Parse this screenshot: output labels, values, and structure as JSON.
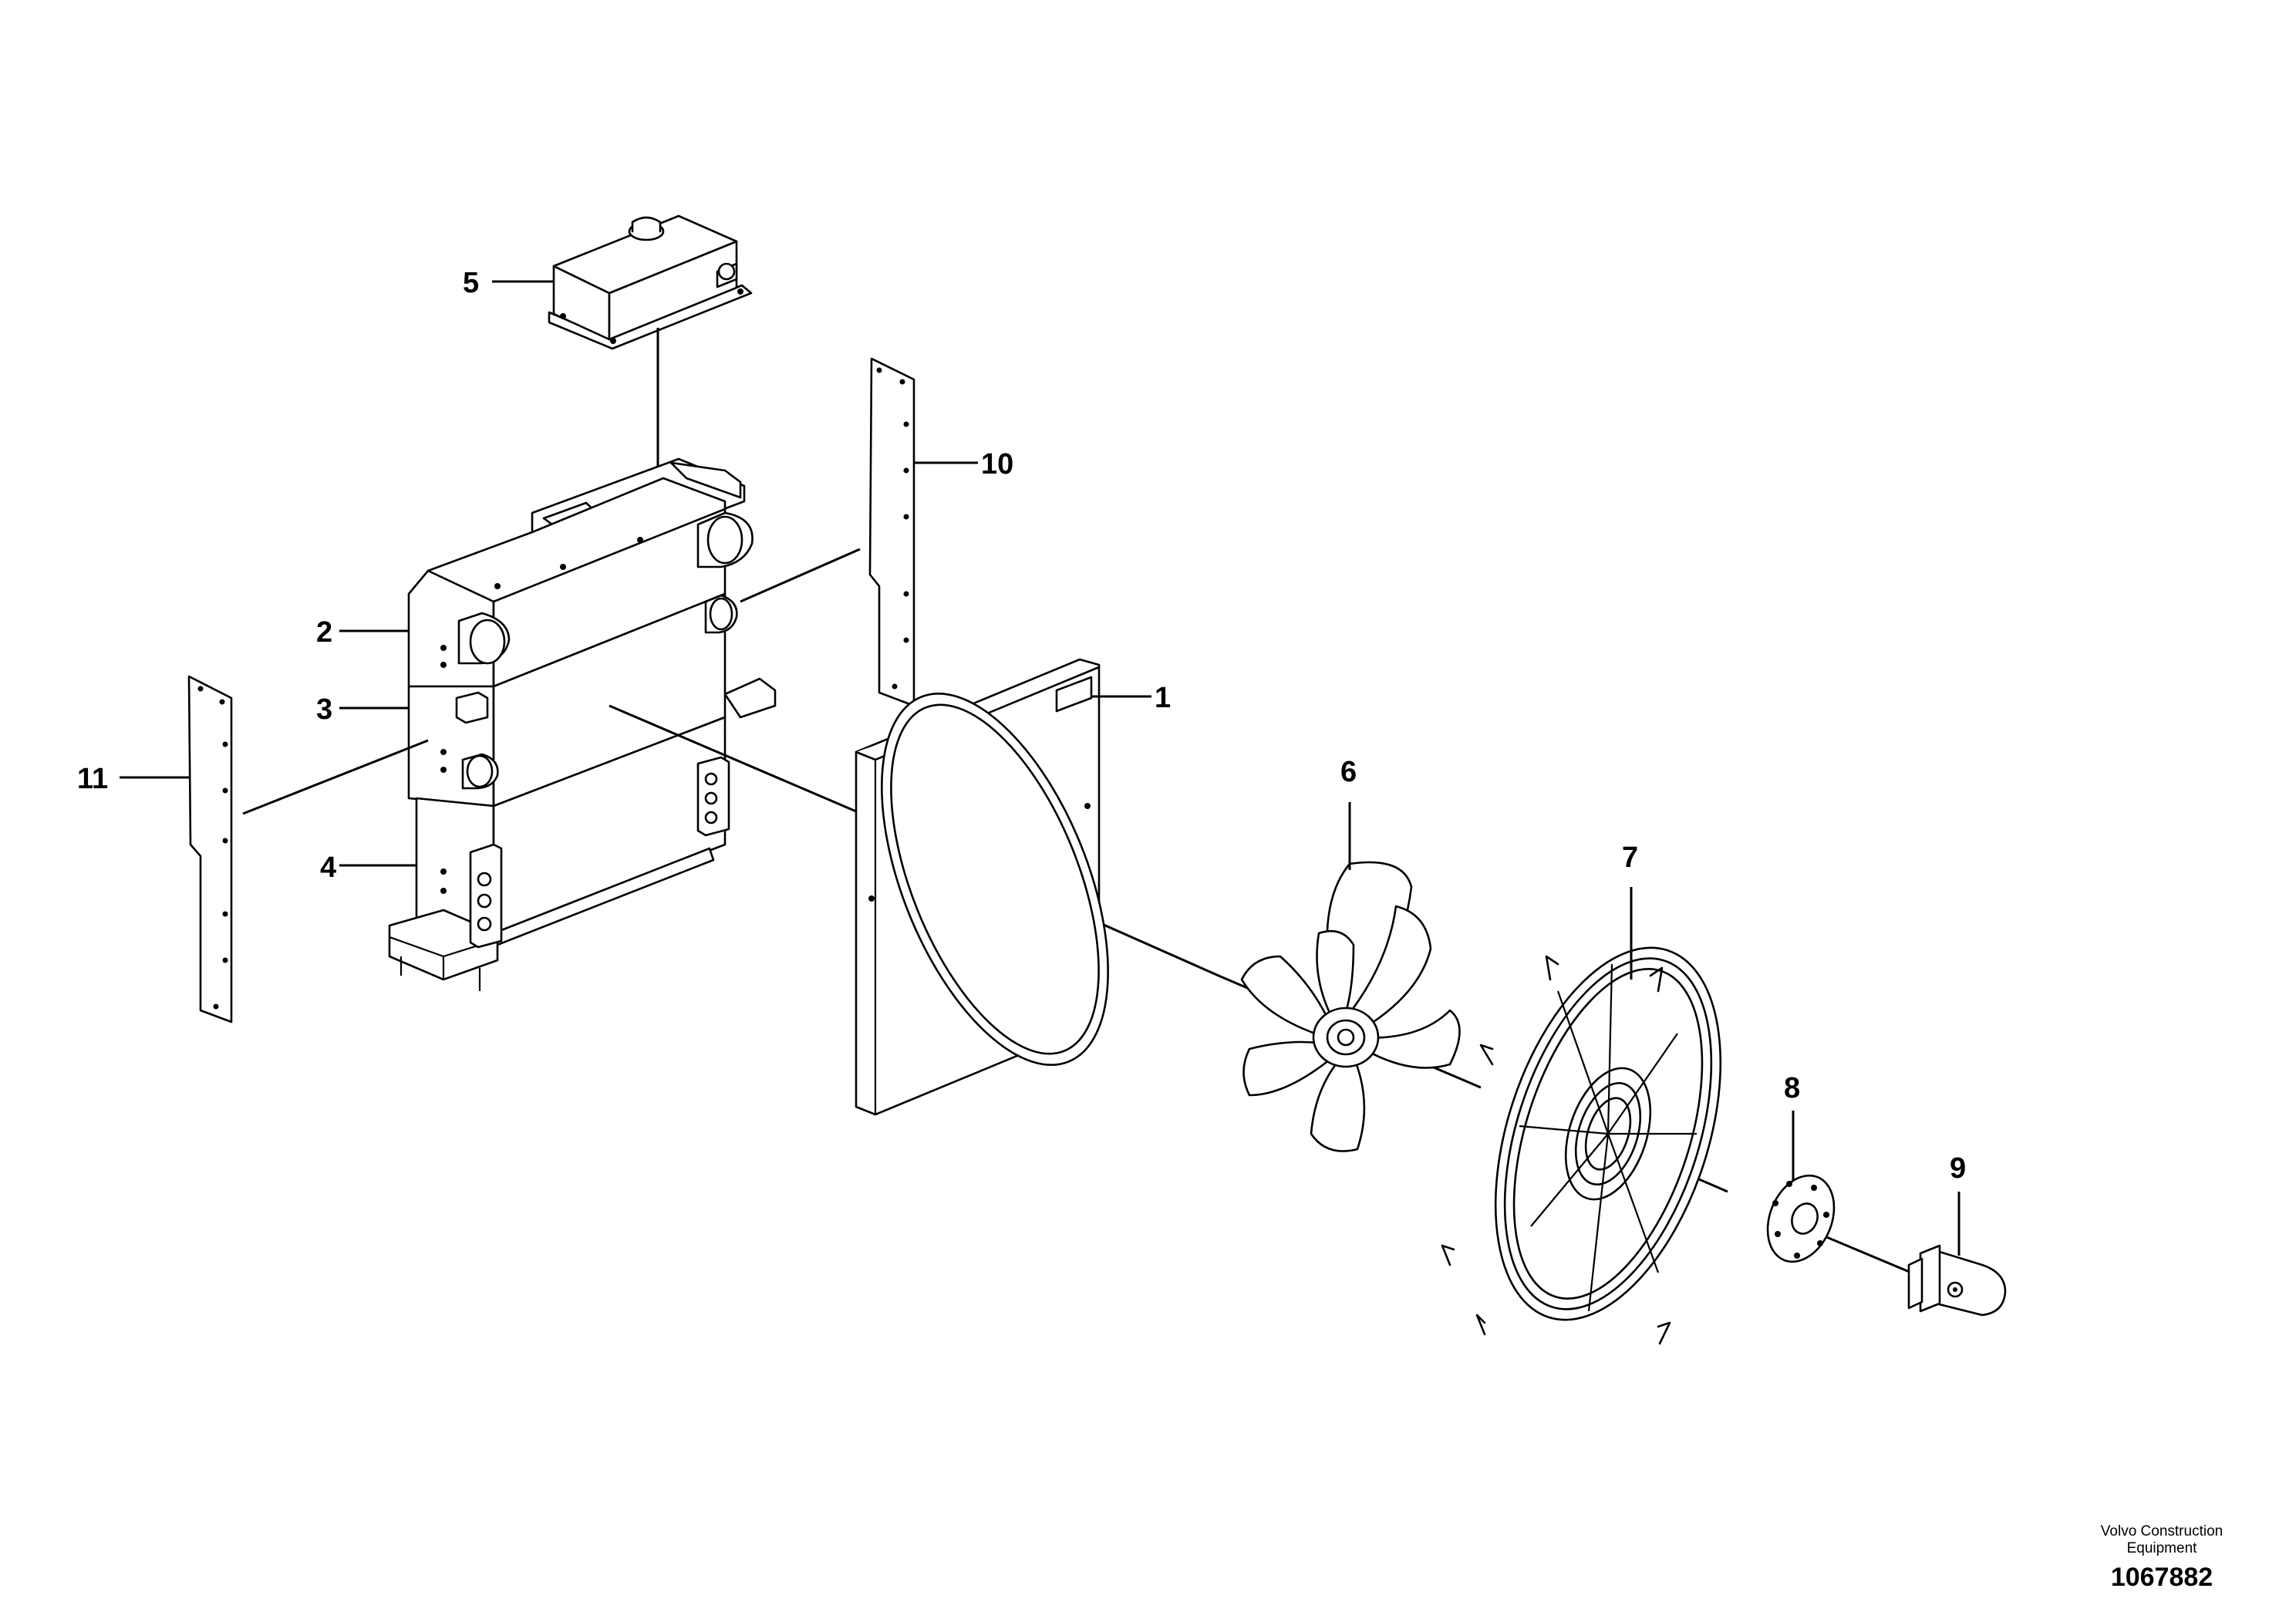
{
  "callouts": {
    "c1": "1",
    "c2": "2",
    "c3": "3",
    "c4": "4",
    "c5": "5",
    "c6": "6",
    "c7": "7",
    "c8": "8",
    "c9": "9",
    "c10": "10",
    "c11": "11"
  },
  "credit": {
    "company_line1": "Volvo Construction",
    "company_line2": "Equipment",
    "drawing_number": "1067882"
  },
  "colors": {
    "line": "#000000",
    "background": "#ffffff"
  }
}
